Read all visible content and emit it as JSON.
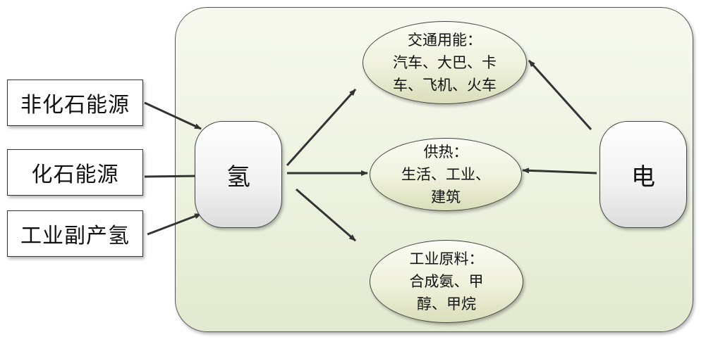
{
  "sources": [
    {
      "label": "非化石能源"
    },
    {
      "label": "化石能源"
    },
    {
      "label": "工业副产氢"
    }
  ],
  "hydrogen": {
    "label": "氢"
  },
  "electricity": {
    "label": "电"
  },
  "uses": {
    "transport": {
      "title": "交通用能：",
      "line1": "汽车、大巴、卡",
      "line2": "车、飞机、火车"
    },
    "heating": {
      "title": "供热：",
      "line1": "生活、工业、",
      "line2": "建筑"
    },
    "industrial": {
      "title": "工业原料：",
      "line1": "合成氨、甲",
      "line2": "醇、甲烷"
    }
  }
}
